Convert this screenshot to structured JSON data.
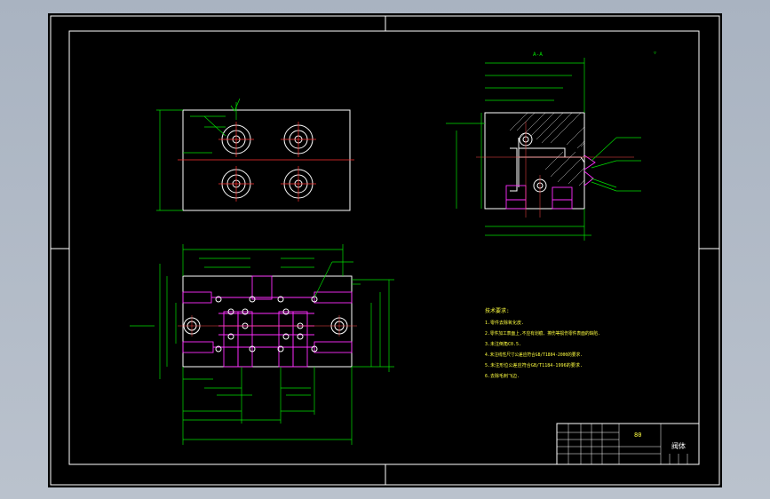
{
  "section_label": "A-A",
  "tech_title": "技术要求:",
  "tech_notes": [
    "1.零件去除氧化皮.",
    "2.零件加工表面上,不应有划痕、擦伤等损伤零件表面的缺陷.",
    "3.未注倒角C0.5.",
    "4.未注线性尺寸公差应符合GB/T1804-2000的要求.",
    "5.未注形位公差应符合GB/T1184-1996的要求.",
    "6.去除毛刺飞边."
  ],
  "title_block": {
    "part_name": "阀体",
    "code": "80"
  },
  "colors": {
    "frame": "#ffffff",
    "dimension": "#00e000",
    "hidden": "#ff2cff",
    "center": "#ff3030",
    "text": "#ffff40"
  }
}
